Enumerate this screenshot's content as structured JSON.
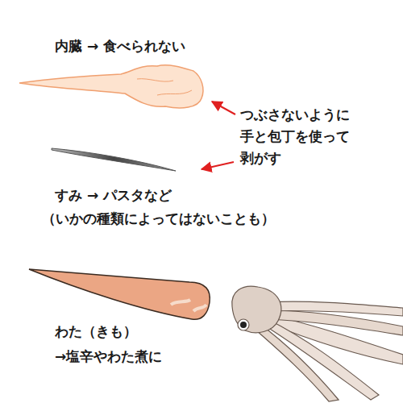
{
  "diagram": {
    "labels": [
      "内臓 → 食べられない",
      "つぶさないように 手と包丁を使って 剥がす",
      "すみ → パスタなど",
      "（いかの種類によってはないことも）",
      "わた（きも）",
      "→塩辛やわた煮に"
    ]
  }
}
